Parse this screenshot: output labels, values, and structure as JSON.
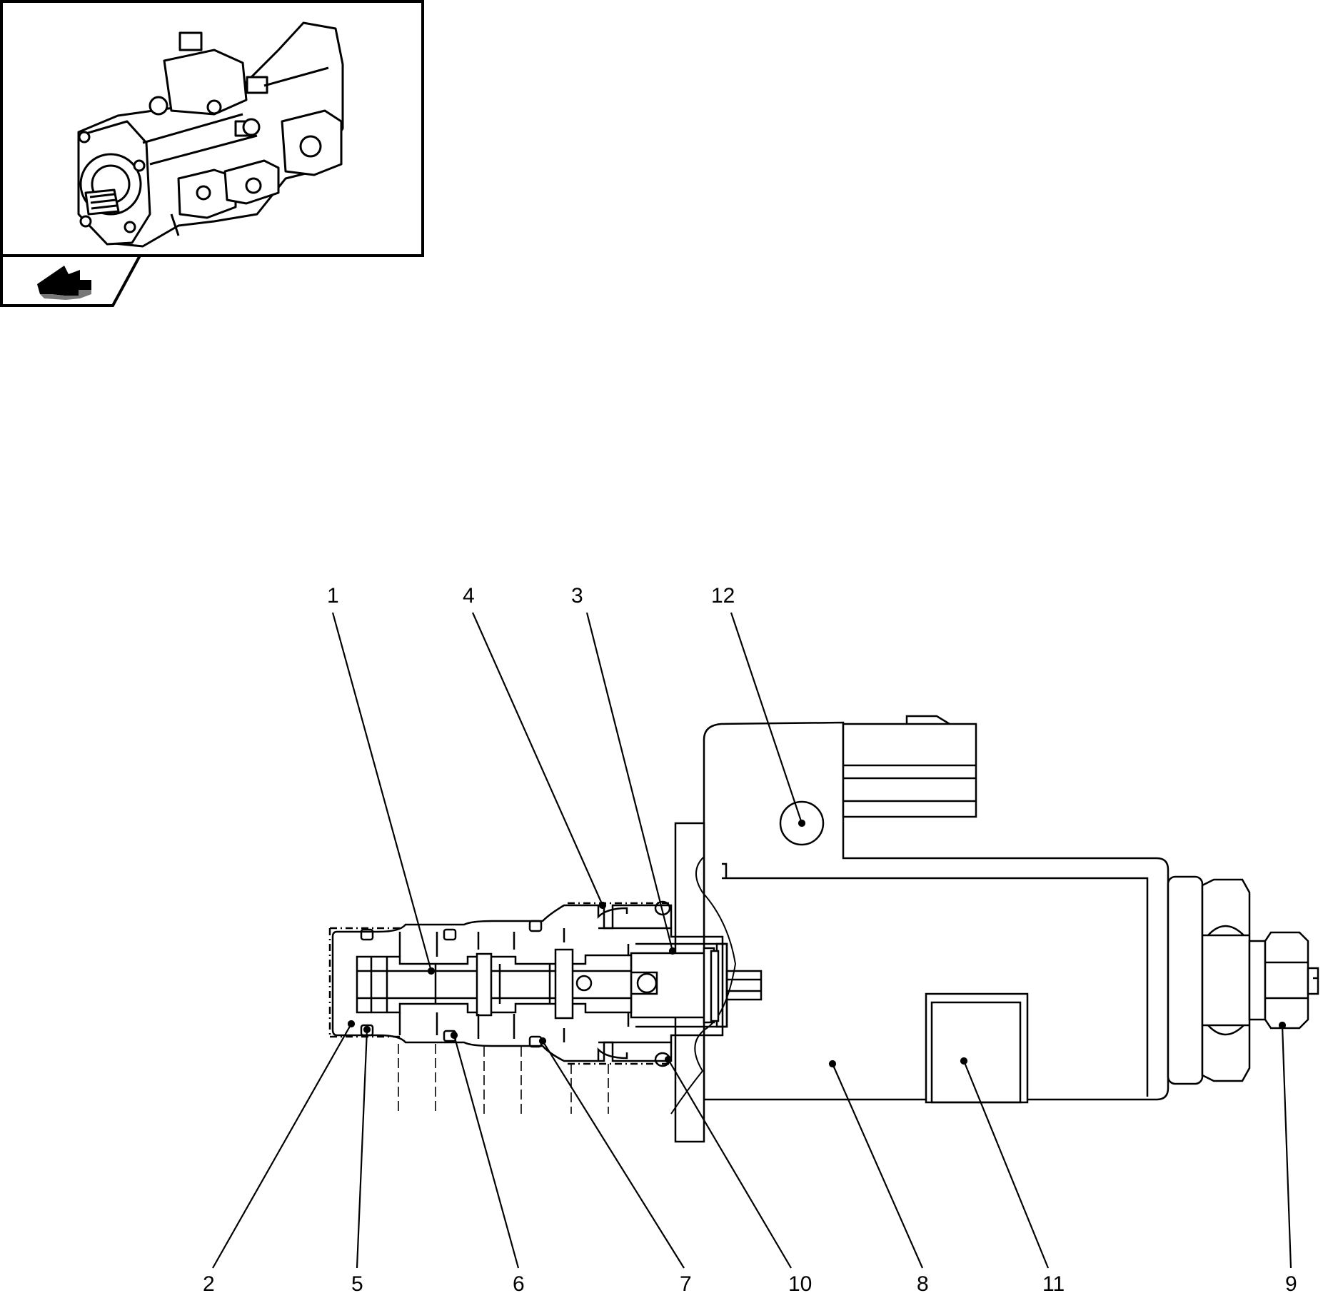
{
  "figure": {
    "thumbnail": {
      "name": "pump-assembly-overview"
    },
    "nav": {
      "name": "back-arrow-icon"
    },
    "callouts": [
      {
        "id": "c1",
        "label": "1"
      },
      {
        "id": "c4",
        "label": "4"
      },
      {
        "id": "c3",
        "label": "3"
      },
      {
        "id": "c12",
        "label": "12"
      },
      {
        "id": "c2",
        "label": "2"
      },
      {
        "id": "c5",
        "label": "5"
      },
      {
        "id": "c6",
        "label": "6"
      },
      {
        "id": "c7",
        "label": "7"
      },
      {
        "id": "c10",
        "label": "10"
      },
      {
        "id": "c8",
        "label": "8"
      },
      {
        "id": "c11",
        "label": "11"
      },
      {
        "id": "c9",
        "label": "9"
      }
    ]
  }
}
